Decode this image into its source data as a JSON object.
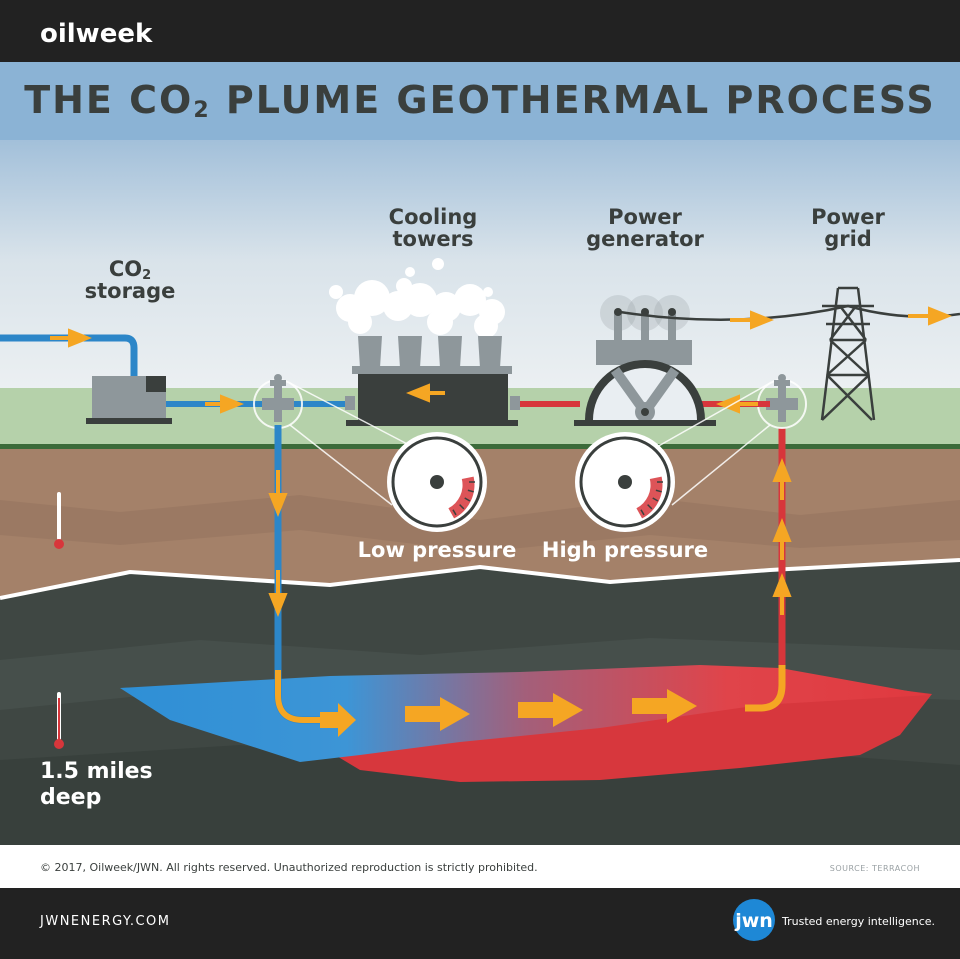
{
  "header": {
    "brand": "oilweek",
    "title_part1": "THE CO",
    "title_sub": "2",
    "title_part2": " PLUME GEOTHERMAL PROCESS"
  },
  "labels": {
    "co2_storage_line1": "CO",
    "co2_storage_sub": "2",
    "co2_storage_line2": "storage",
    "cooling_line1": "Cooling",
    "cooling_line2": "towers",
    "generator_line1": "Power",
    "generator_line2": "generator",
    "grid_line1": "Power",
    "grid_line2": "grid",
    "low_pressure": "Low pressure",
    "high_pressure": "High pressure",
    "depth_line1": "1.5 miles",
    "depth_line2": "deep"
  },
  "footer": {
    "copyright": "© 2017, Oilweek/JWN. All rights reserved. Unauthorized reproduction is strictly prohibited.",
    "source": "SOURCE: TERRACOH",
    "website": "JWNENERGY.COM",
    "logo_text": "jwn",
    "tagline": "Trusted energy intelligence."
  },
  "colors": {
    "sky_top": "#8db4d6",
    "sky_bottom": "#e9eef2",
    "ground": "#a9caa0",
    "soil": "#a27f69",
    "rock": "#3e4642",
    "cold_pipe": "#2c86c8",
    "hot_pipe": "#d7363b",
    "arrow": "#f5a623",
    "machine": "#3a3f3d"
  }
}
